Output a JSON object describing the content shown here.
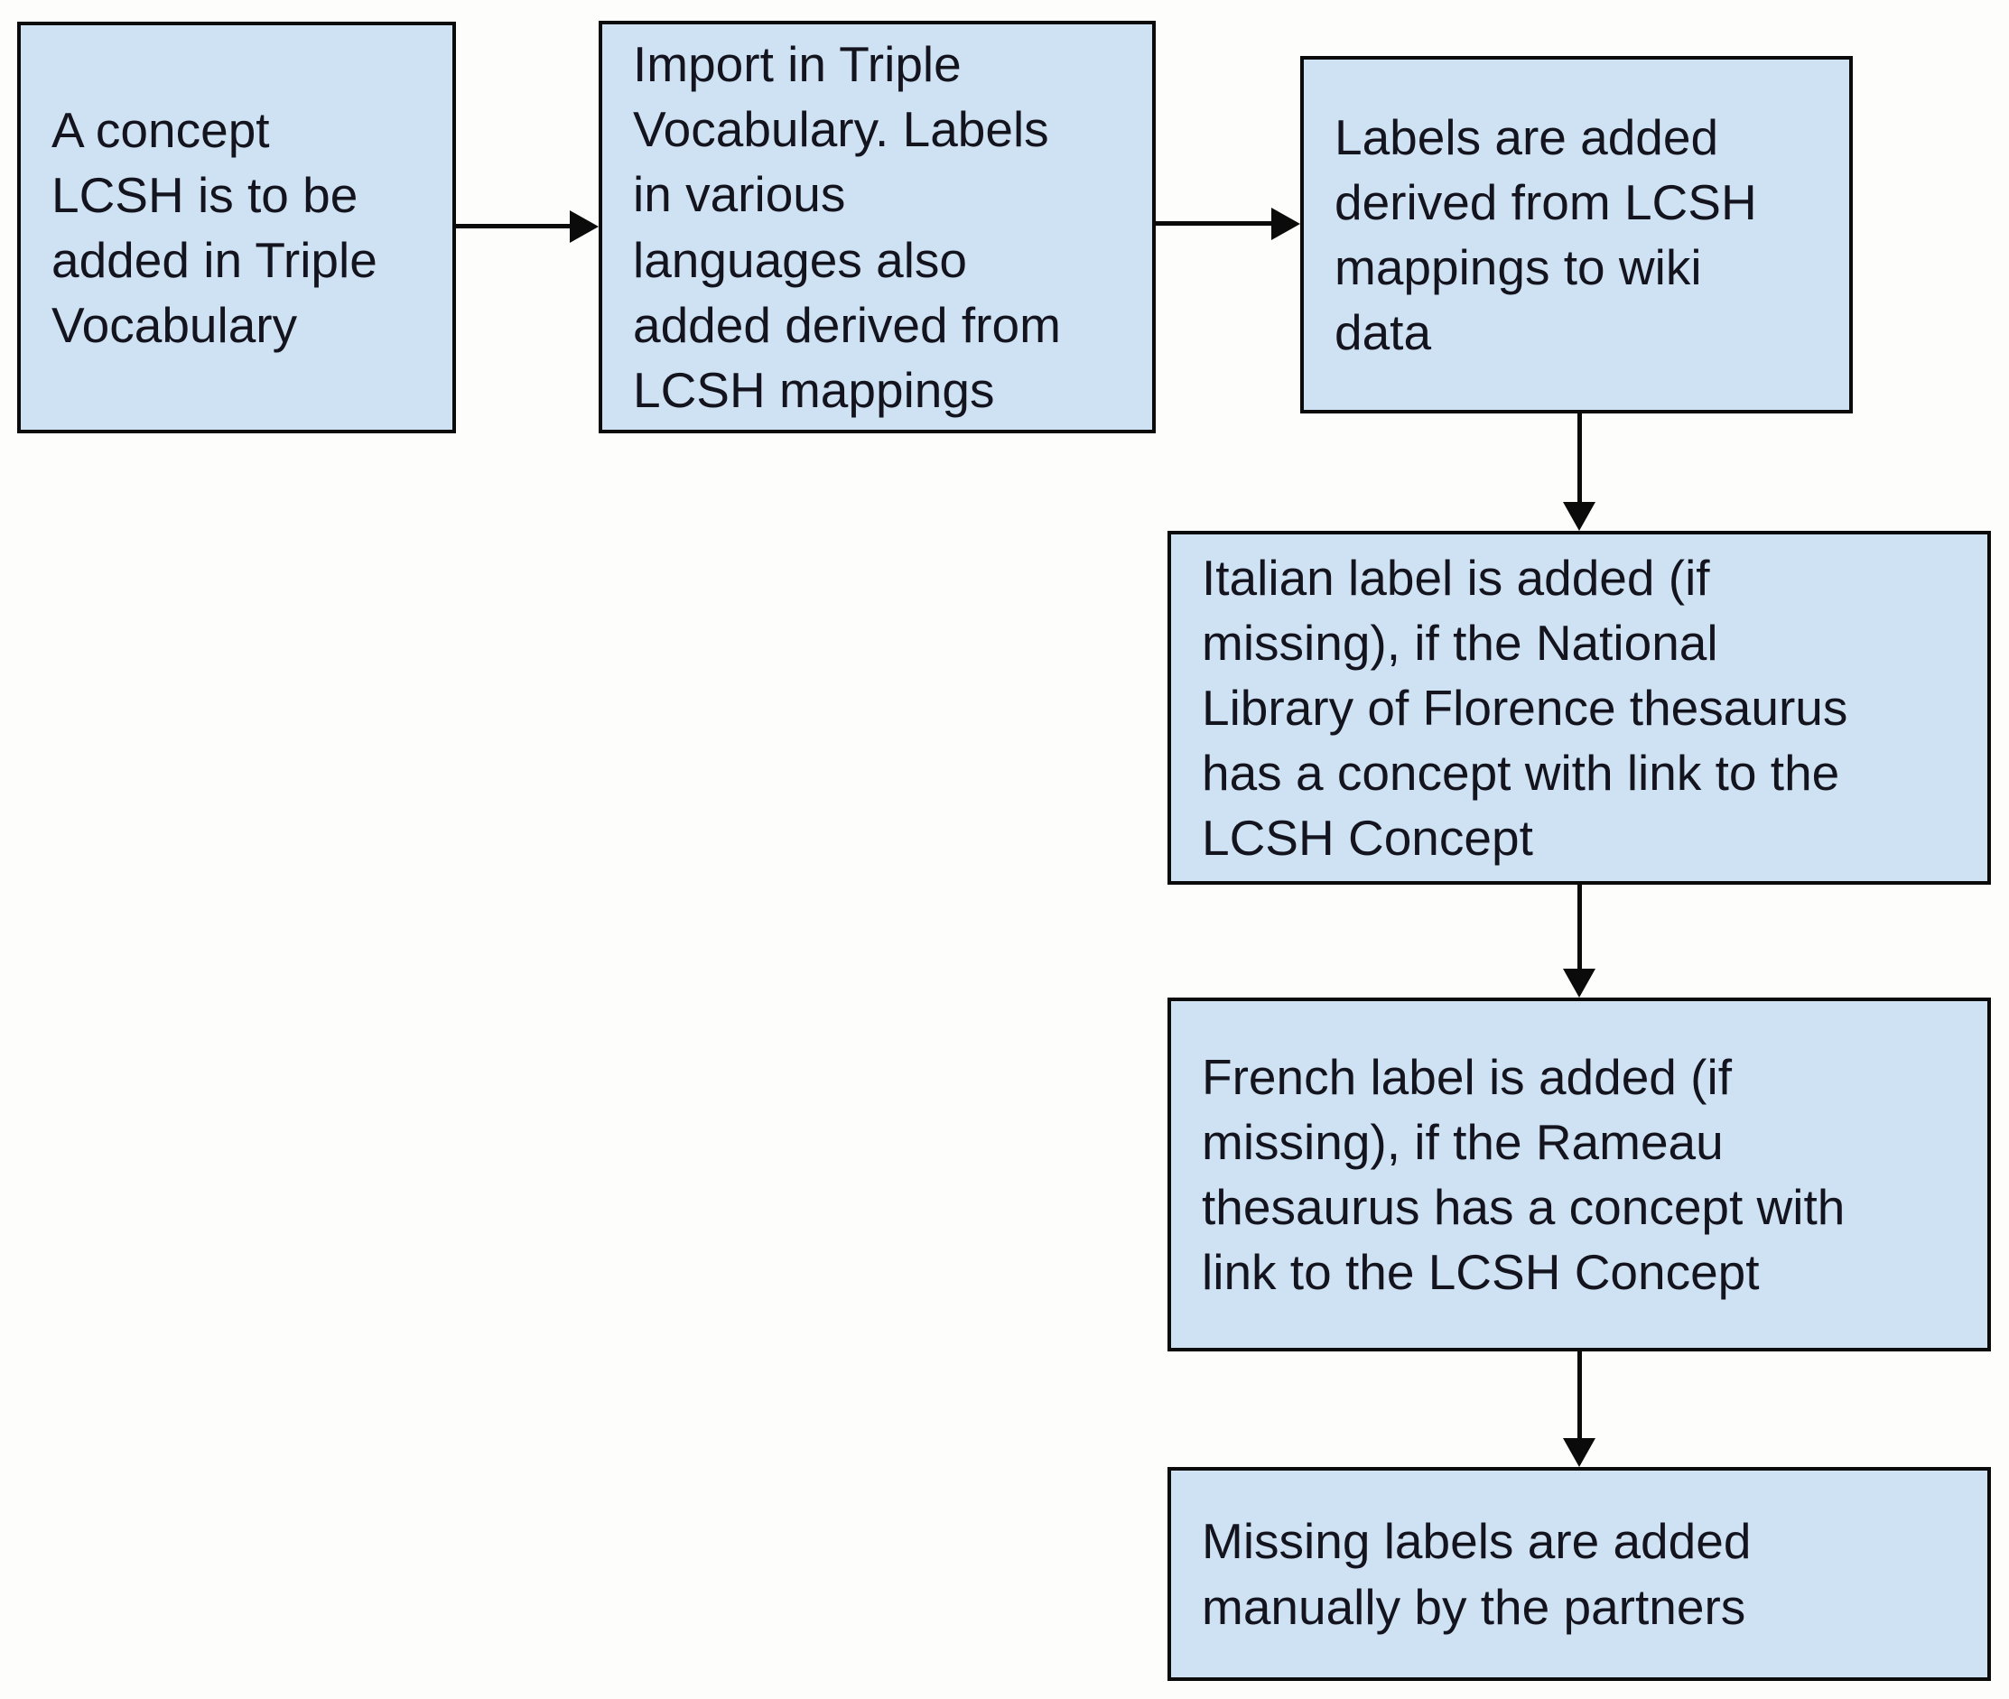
{
  "diagram": {
    "type": "flowchart",
    "colors": {
      "node_fill": "#cfe2f3",
      "node_border": "#0b0b0b",
      "text": "#14141e",
      "arrow": "#0b0b0b",
      "background": "#fdfdfb"
    },
    "nodes": [
      {
        "id": "n1",
        "text": "A concept\nLCSH is to be\nadded in Triple\nVocabulary"
      },
      {
        "id": "n2",
        "text": "Import in Triple\nVocabulary. Labels\nin various\nlanguages also\nadded derived from\nLCSH mappings"
      },
      {
        "id": "n3",
        "text": "Labels are added\nderived from LCSH\nmappings to wiki\ndata"
      },
      {
        "id": "n4",
        "text": "Italian label is added (if\nmissing), if the National\nLibrary of Florence thesaurus\nhas a concept with link to the\nLCSH Concept"
      },
      {
        "id": "n5",
        "text": "French label is added (if\nmissing), if the Rameau\nthesaurus has a concept with\nlink to the LCSH Concept"
      },
      {
        "id": "n6",
        "text": "Missing labels are added\nmanually by the partners"
      }
    ],
    "edges": [
      {
        "from": "n1",
        "to": "n2",
        "direction": "right"
      },
      {
        "from": "n2",
        "to": "n3",
        "direction": "right"
      },
      {
        "from": "n3",
        "to": "n4",
        "direction": "down"
      },
      {
        "from": "n4",
        "to": "n5",
        "direction": "down"
      },
      {
        "from": "n5",
        "to": "n6",
        "direction": "down"
      }
    ]
  }
}
